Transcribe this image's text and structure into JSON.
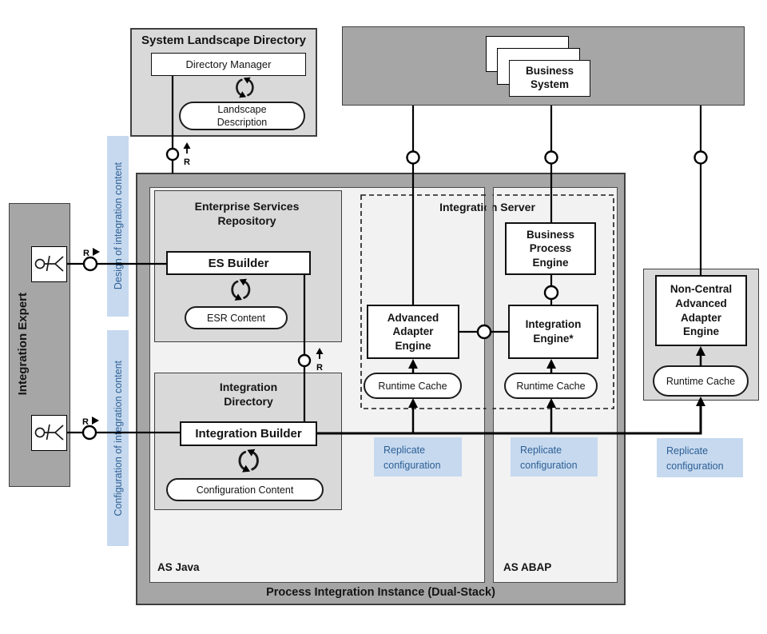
{
  "sld": {
    "title": "System Landscape Directory",
    "manager": "Directory Manager",
    "landscape": "Landscape Description"
  },
  "business_system": {
    "label": "Business System"
  },
  "expert": {
    "label": "Integration Expert"
  },
  "bars": {
    "design": "Design of integration content",
    "config": "Configuration of integration content"
  },
  "pi": {
    "title": "Process Integration Instance (Dual-Stack)",
    "as_java": "AS Java",
    "as_abap": "AS ABAP"
  },
  "esr": {
    "title": "Enterprise Services Repository",
    "builder": "ES Builder",
    "content": "ESR Content"
  },
  "dir": {
    "title": "Integration Directory",
    "builder": "Integration Builder",
    "content": "Configuration Content"
  },
  "server": {
    "title": "Integration Server",
    "bpe": "Business Process Engine",
    "ie": "Integration Engine*",
    "aae": "Advanced Adapter Engine",
    "cache": "Runtime Cache"
  },
  "ncaae": {
    "title": "Non-Central Advanced Adapter Engine",
    "cache": "Runtime Cache"
  },
  "labels": {
    "replicate": "Replicate configuration",
    "r": "R"
  },
  "colors": {
    "dark_gray": "#a6a6a6",
    "mid_gray": "#d9d9d9",
    "light_gray": "#f2f2f2",
    "blue_bg": "#c6d9ef",
    "blue_text": "#2d5f94",
    "border": "#3f3f3f"
  }
}
